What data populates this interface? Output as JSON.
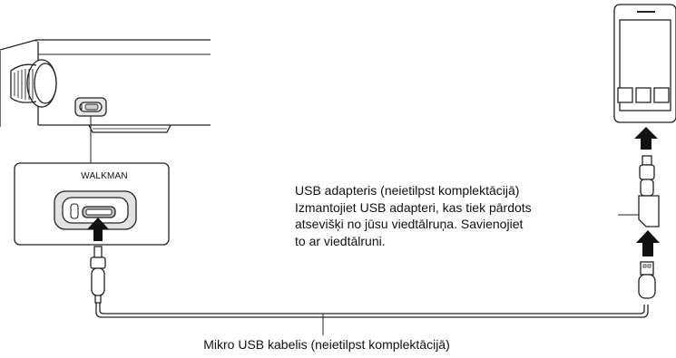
{
  "device_panel": {
    "label": "WALKMAN"
  },
  "usb_adapter": {
    "title": "USB adapteris (neietilpst komplektācijā)",
    "description_lines": [
      "Izmantojiet USB adapteri, kas tiek pārdots",
      "atsevišķi no jūsu viedtālruņa. Savienojiet",
      "to ar viedtālruni."
    ]
  },
  "cable": {
    "label": "Mikro USB kabelis (neietilpst komplektācijā)"
  },
  "icons": [
    "walkman-device",
    "micro-usb-port-icon",
    "smartphone",
    "arrow-up-icon",
    "usb-adapter",
    "micro-usb-plug",
    "usb-a-plug"
  ]
}
